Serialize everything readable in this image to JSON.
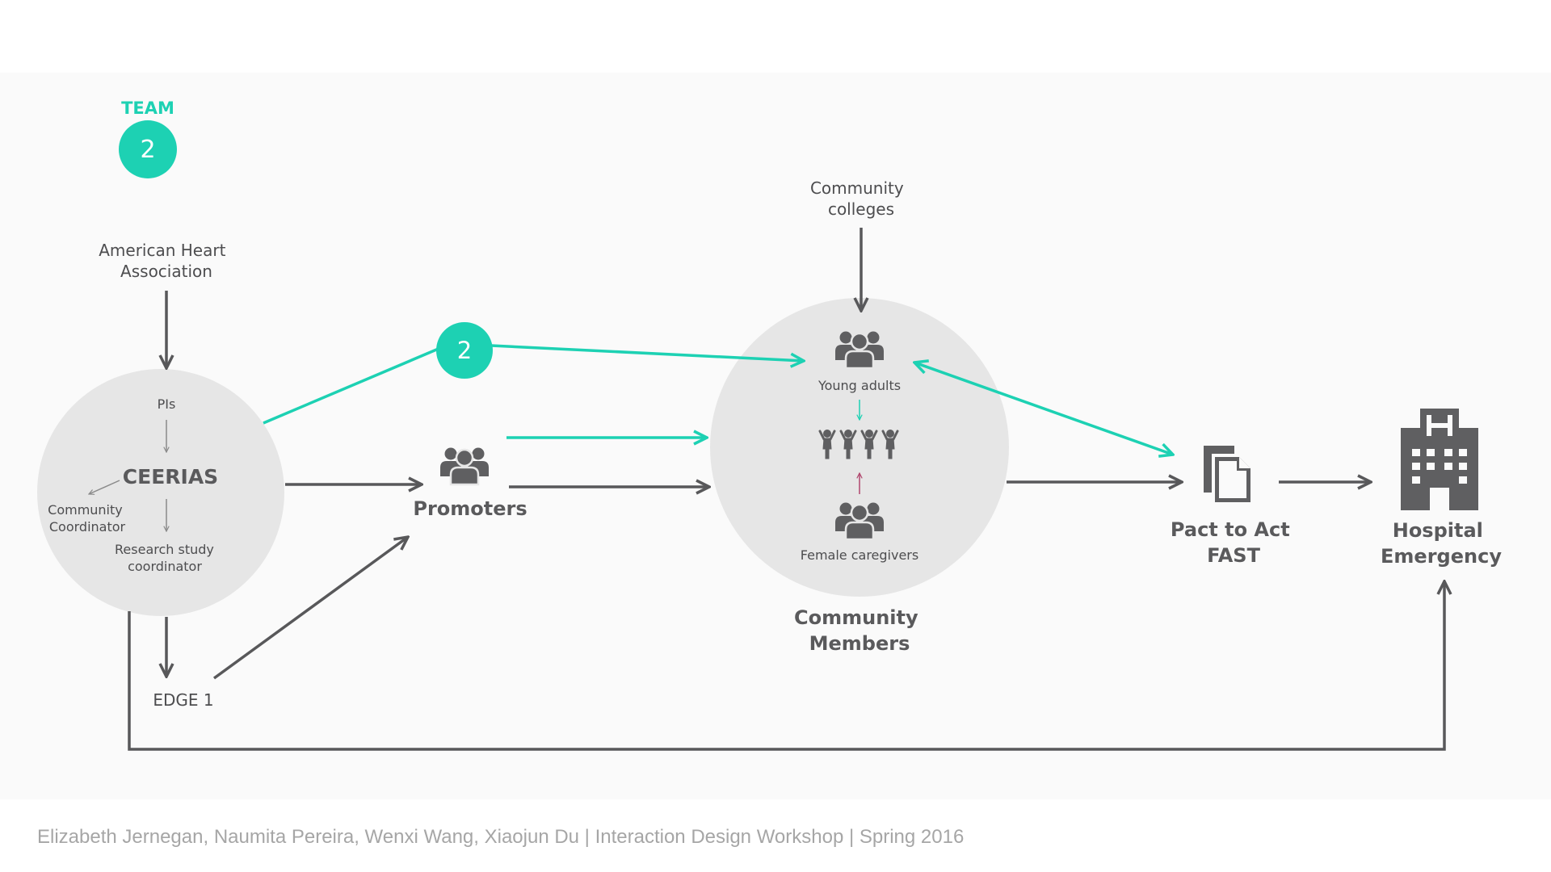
{
  "team": {
    "label": "TEAM",
    "number": "2"
  },
  "badge_number": "2",
  "nodes": {
    "aha": [
      "American Heart",
      "Association"
    ],
    "pis": "PIs",
    "ceerias": "CEERIAS",
    "community_coordinator": [
      "Community",
      "Coordinator"
    ],
    "research_coordinator": [
      "Research study",
      "coordinator"
    ],
    "edge1": "EDGE 1",
    "promoters": "Promoters",
    "community_colleges": [
      "Community",
      "colleges"
    ],
    "young_adults": "Young adults",
    "female_caregivers": "Female caregivers",
    "community_members": [
      "Community",
      "Members"
    ],
    "pact": [
      "Pact to Act",
      "FAST"
    ],
    "hospital": [
      "Hospital",
      "Emergency"
    ]
  },
  "footer": "Elizabeth Jernegan, Naumita Pereira, Wenxi Wang, Xiaojun Du | Interaction Design Workshop | Spring 2016",
  "colors": {
    "accent": "#1dd1b3",
    "line": "#58585a",
    "circle": "#e6e6e6",
    "icon": "#5f5f61",
    "pink": "#b0476e"
  },
  "icons": [
    "group-icon",
    "people-icon",
    "document-icon",
    "hospital-icon"
  ]
}
